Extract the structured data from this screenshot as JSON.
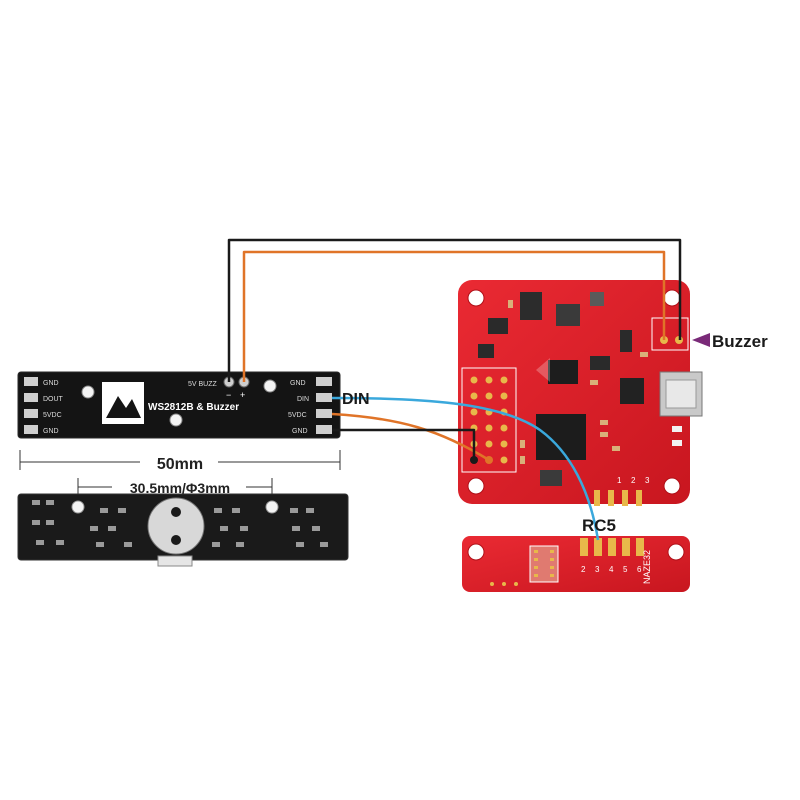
{
  "colors": {
    "background": "#ffffff",
    "fc_board": "#e0202a",
    "led_board": "#141414",
    "wire_black": "#1a1a1a",
    "wire_orange": "#e07428",
    "wire_blue": "#3aa8dc",
    "buzzer_arrow": "#7a2a78",
    "pad_gold": "#e8b84a"
  },
  "led_board": {
    "title": "WS2812B & Buzzer",
    "buzz_label": "5V BUZZ",
    "minus": "−",
    "plus": "+",
    "left_pins": [
      "GND",
      "DOUT",
      "5VDC",
      "GND"
    ],
    "right_pins": [
      "GND",
      "DIN",
      "5VDC",
      "GND"
    ]
  },
  "dimensions": {
    "width": "50mm",
    "holes": "30.5mm/Φ3mm"
  },
  "fc_board": {
    "silkscreen": "NAZE32",
    "pin_numbers": [
      "1",
      "2",
      "3"
    ],
    "bottom_pins": [
      "2",
      "3",
      "4",
      "5",
      "6"
    ]
  },
  "labels": {
    "din": "DIN",
    "buzzer": "Buzzer",
    "rc5": "RC5"
  }
}
